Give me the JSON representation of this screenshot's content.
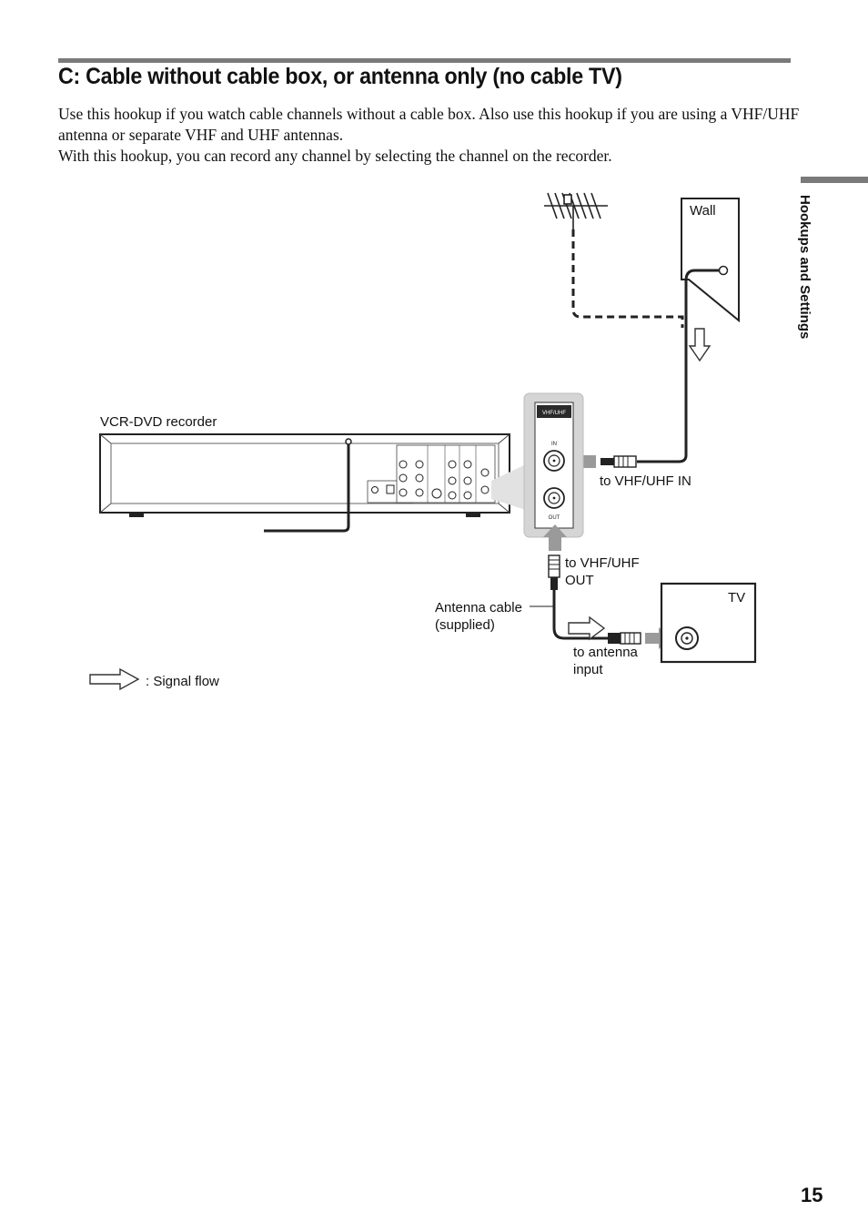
{
  "heading": "C: Cable without cable box, or antenna only (no cable TV)",
  "paragraphs": [
    "Use this hookup if you watch cable channels without a cable box. Also use this hookup if you are using a VHF/UHF antenna or separate VHF and UHF antennas.",
    "With this hookup, you can record any channel by selecting the channel on the recorder."
  ],
  "side_tab": "Hookups and Settings",
  "diagram": {
    "labels": {
      "wall": "Wall",
      "recorder": "VCR-DVD recorder",
      "to_vhf_uhf_in": "to VHF/UHF IN",
      "to_vhf_uhf_out_line1": "to VHF/UHF",
      "to_vhf_uhf_out_line2": "OUT",
      "antenna_cable_line1": "Antenna cable",
      "antenna_cable_line2": "(supplied)",
      "tv": "TV",
      "to_antenna_input_line1": "to antenna",
      "to_antenna_input_line2": "input",
      "signal_flow": ": Signal flow"
    },
    "panel": {
      "title": "VHF/UHF",
      "in_label": "IN",
      "out_label": "OUT"
    }
  },
  "page_number": "15"
}
